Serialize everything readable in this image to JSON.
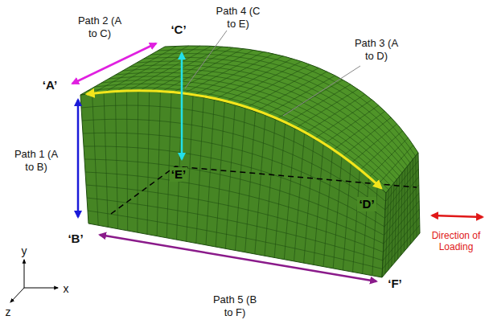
{
  "diagram": {
    "labels": [
      "Path 2 (A to C)",
      "Path 4 (C to E)",
      "Path 3 (A to D)",
      "‘C’",
      "‘A’",
      "Path 1 (A to B)",
      "‘E’",
      "‘D’",
      "‘B’",
      "Direction of Loading",
      "Path 5 (B to F)",
      "‘F’",
      "y",
      "x",
      "z"
    ]
  }
}
